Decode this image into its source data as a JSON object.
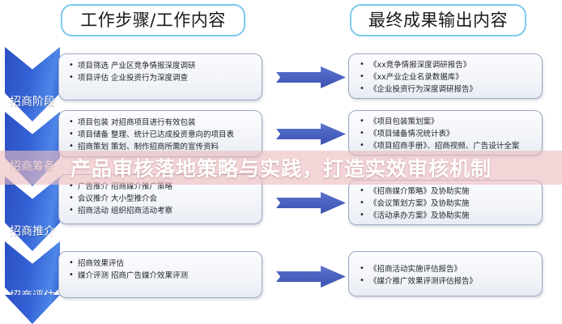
{
  "headers": {
    "left": "工作步骤/工作内容",
    "right": "最终成果输出内容"
  },
  "overlay": {
    "text": "产品审核落地策略与实践，打造实效审核机制",
    "band_color": "#ecbcbe",
    "text_color": "#ffffff"
  },
  "colors": {
    "chevron_blue": "#3463d6",
    "arrow_blue": "#4a62c0",
    "title_border": "#7ec8ee",
    "card_border": "#9aa7c4"
  },
  "stages": [
    {
      "label": "招商阶段",
      "steps": [
        "项目筛选 产业区竞争情报深度调研",
        "项目评估 企业投资行为深度调查"
      ],
      "outputs": [
        "《xx竞争情报深度调研报告》",
        "《xx产业企业名录数据库》",
        "《企业投资行为深度调研报告》"
      ]
    },
    {
      "label": "招商筹备",
      "steps": [
        "项目包装 对招商项目进行有效包装",
        "项目储备 整理、统计已达成投资意向的项目表",
        "招商策划 策划、制作招商所需的宣传资料"
      ],
      "outputs": [
        "《项目包装策划案》",
        "《项目储备情况统计表》",
        "《项目招商手册》、招商视频、广告设计全案"
      ]
    },
    {
      "label": "招商推介",
      "steps": [
        "广告推介 招商媒介推广策略",
        "会议推介 大小型推介会",
        "招商活动 组织招商活动考察"
      ],
      "outputs": [
        "《招商媒介策略》及协助实施",
        "《会议策划方案》及协助实施",
        "《活动承办方案》及协助实施"
      ]
    },
    {
      "label": "招商评估",
      "steps": [
        "招商效果评估",
        "媒介评测 招商广告媒介效果评测"
      ],
      "outputs": [
        "《招商活动实施评估报告》",
        "《媒介推广效果评测评估报告》"
      ]
    }
  ]
}
